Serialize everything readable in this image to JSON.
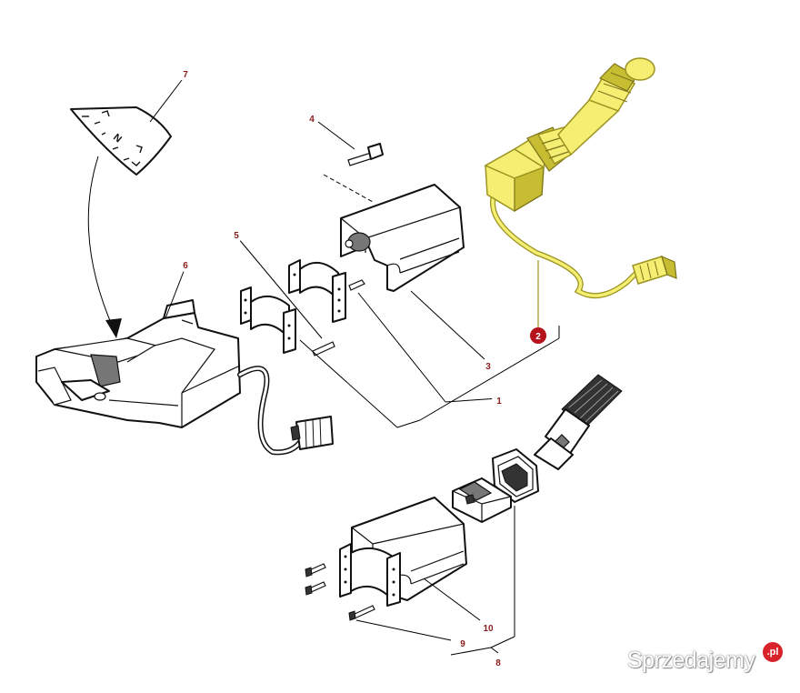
{
  "diagram": {
    "callouts": [
      {
        "id": "7",
        "label": "7"
      },
      {
        "id": "4",
        "label": "4"
      },
      {
        "id": "5",
        "label": "5"
      },
      {
        "id": "6",
        "label": "6"
      },
      {
        "id": "2",
        "label": "2",
        "highlighted": true
      },
      {
        "id": "3",
        "label": "3"
      },
      {
        "id": "1",
        "label": "1"
      },
      {
        "id": "10",
        "label": "10"
      },
      {
        "id": "9",
        "label": "9"
      },
      {
        "id": "8",
        "label": "8"
      }
    ],
    "gear_plate_label": "N",
    "highlight_color": "#f4ee73",
    "callout_color": "#8a1c1c",
    "highlight_callout_color": "#b5121b"
  },
  "watermark": {
    "text": "Sprzedajemy",
    "badge": ".pl"
  }
}
